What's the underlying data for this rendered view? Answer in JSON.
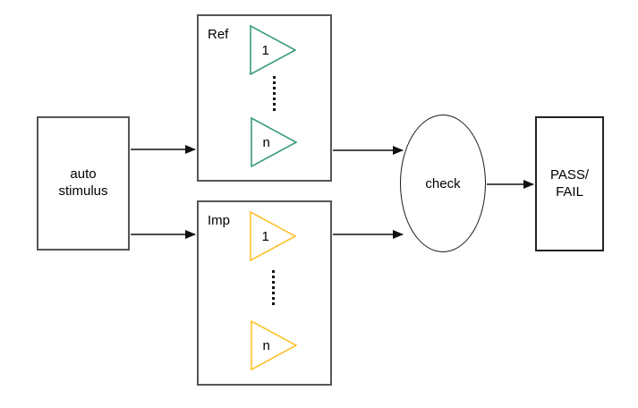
{
  "diagram": {
    "stimulus": {
      "lines": [
        "auto",
        "stimulus"
      ]
    },
    "ref": {
      "label": "Ref",
      "first_channel": "1",
      "last_channel": "n",
      "color": "#3a9b7d"
    },
    "imp": {
      "label": "Imp",
      "first_channel": "1",
      "last_channel": "n",
      "color": "#fdc22d"
    },
    "check": {
      "label": "check"
    },
    "result": {
      "lines": [
        "PASS/",
        "FAIL"
      ]
    },
    "arrow_color": "#111111"
  }
}
